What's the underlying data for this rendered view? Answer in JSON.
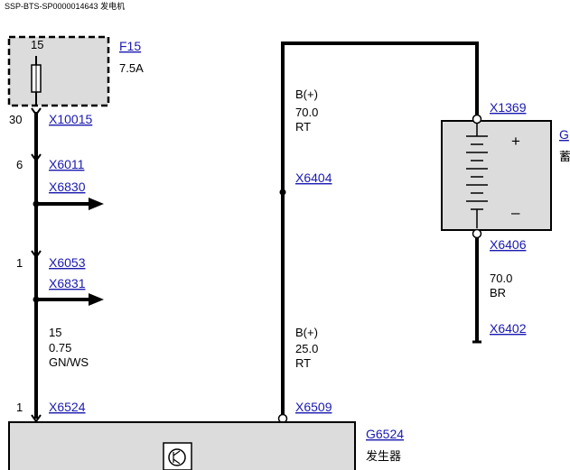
{
  "header": {
    "title": "SSP-BTS-SP0000014643 发电机"
  },
  "fuse": {
    "pin": "15",
    "id": "F15",
    "rating": "7.5A"
  },
  "left_wire": {
    "pin_x10015": "30",
    "conn_x10015": "X10015",
    "pin_x6011": "6",
    "conn_x6011": "X6011",
    "splice_x6830": "X6830",
    "pin_x6053": "1",
    "conn_x6053": "X6053",
    "splice_x6831": "X6831",
    "circuit": "15",
    "size": "0.75",
    "color": "GN/WS",
    "pin_x6524": "1",
    "conn_x6524": "X6524"
  },
  "center_wire": {
    "upper_label": "B(+)",
    "upper_size": "70.0",
    "upper_color": "RT",
    "splice_x6404": "X6404",
    "lower_label": "B(+)",
    "lower_size": "25.0",
    "lower_color": "RT",
    "conn_x6509": "X6509"
  },
  "battery": {
    "id_partial": "G",
    "desc_partial": "蓄",
    "plus": "+",
    "minus": "–",
    "conn_top": "X1369",
    "conn_bottom": "X6406",
    "ground_size": "70.0",
    "ground_color": "BR",
    "ground_conn": "X6402"
  },
  "generator": {
    "id": "G6524",
    "name": "发生器"
  },
  "colors": {
    "wire": "#000000",
    "component_fill": "#dcdcdc",
    "link": "#1a1ab0"
  }
}
